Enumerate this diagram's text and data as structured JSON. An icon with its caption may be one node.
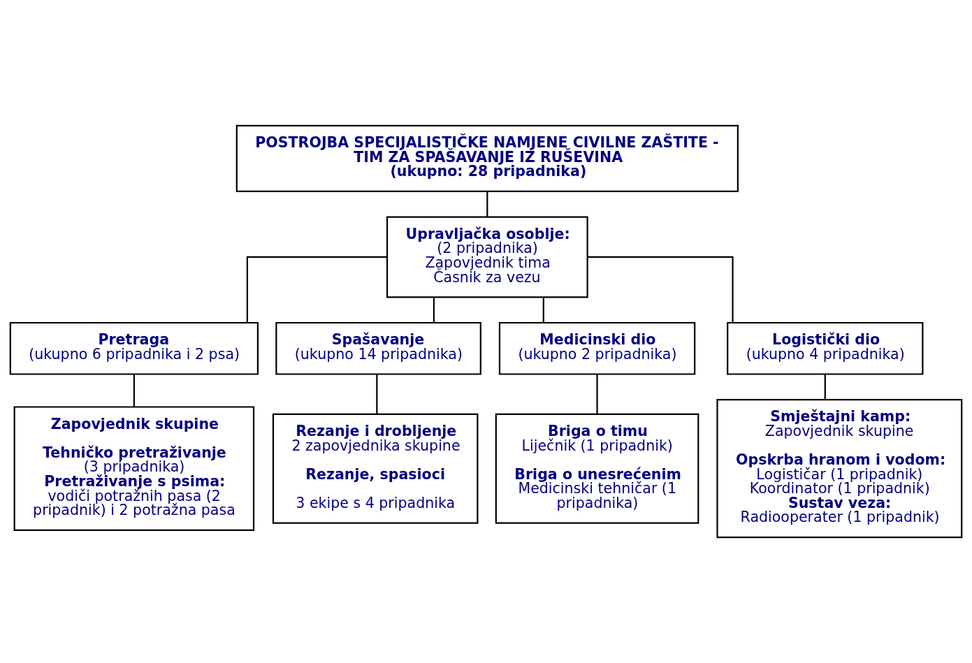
{
  "diagram": {
    "nodes": [
      {
        "text": [
          "POSTROJBA SPECIJALISTIČKE NAMJENE CIVILNE ZAŠTITE - TIM ZA SPAŠAVANJE IZ RUŠEVINA",
          "(ukupno: 28 pripadnika)"
        ]
      },
      {
        "text": [
          "Upravljačka osoblje:",
          "(2 pripadnika)",
          "Zapovjednik tima",
          "Časnik za vezu"
        ]
      },
      {
        "text": [
          "Pretraga",
          "(ukupno 6 pripadnika i 2 psa)"
        ]
      },
      {
        "text": [
          "Spašavanje",
          "(ukupno 14 pripadnika)"
        ]
      },
      {
        "text": [
          "Medicinski dio",
          "(ukupno 2 pripadnika)"
        ]
      },
      {
        "text": [
          "Logistički dio",
          "(ukupno 4 pripadnika)"
        ]
      },
      {
        "text": [
          "Zapovjednik skupine",
          "Tehničko pretraživanje",
          "(3 pripadnika)",
          "Pretraživanje s psima:",
          "vodiči potražnih pasa (2  pripadnik) i 2 potražna pasa"
        ]
      },
      {
        "text": [
          "Rezanje i drobljenje",
          "2 zapovjednika skupine",
          "Rezanje, spasioci",
          "3 ekipe s 4 pripadnika"
        ]
      },
      {
        "text": [
          "Briga o timu",
          "Liječnik (1 pripadnik)",
          "Briga o unesrećenim",
          "Medicinski tehničar (1 pripadnika)"
        ]
      },
      {
        "text": [
          "Smještajni kamp:",
          "Zapovjednik skupine",
          "Opskrba hranom i vodom:",
          "Logističar (1 pripadnik)",
          "Koordinator (1 pripadnik)",
          "Sustav veza:",
          "Radiooperater (1 pripadnik)"
        ]
      }
    ],
    "edges": [
      {
        "from": 0,
        "to": 1,
        "arrow": "none"
      },
      {
        "from": 1,
        "to": 2,
        "arrow": "none"
      },
      {
        "from": 1,
        "to": 3,
        "arrow": "none"
      },
      {
        "from": 1,
        "to": 4,
        "arrow": "none"
      },
      {
        "from": 1,
        "to": 5,
        "arrow": "none"
      },
      {
        "from": 2,
        "to": 6,
        "arrow": "none"
      },
      {
        "from": 3,
        "to": 7,
        "arrow": "none"
      },
      {
        "from": 4,
        "to": 8,
        "arrow": "none"
      },
      {
        "from": 5,
        "to": 9,
        "arrow": "none"
      }
    ]
  }
}
